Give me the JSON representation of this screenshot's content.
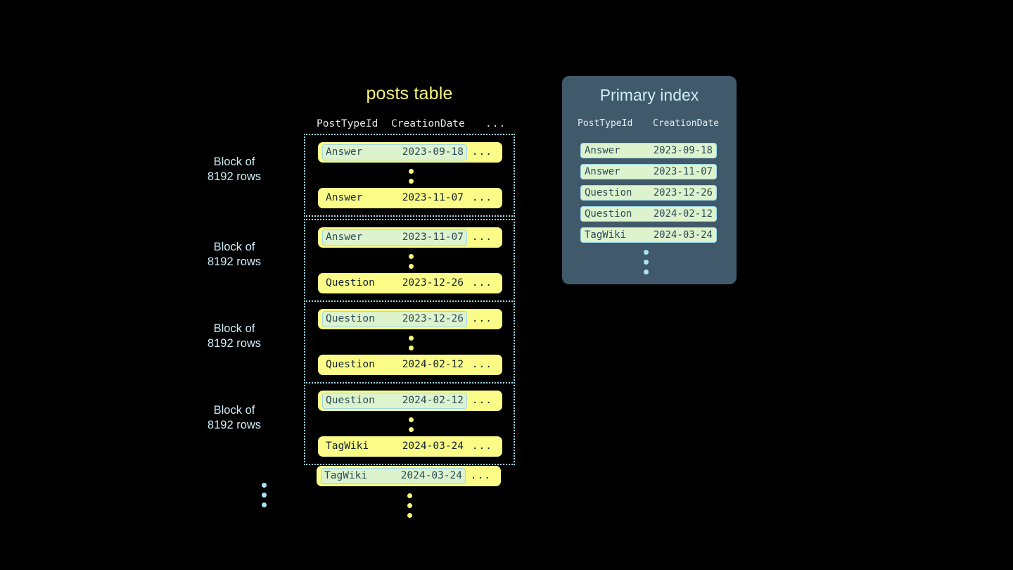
{
  "posts_table": {
    "title": "posts table",
    "columns": [
      "PostTypeId",
      "CreationDate",
      "..."
    ],
    "blocks": [
      {
        "label_line1": "Block of",
        "label_line2": "8192 rows",
        "first_row": {
          "type": "Answer",
          "date": "2023-09-18",
          "more": "...",
          "highlighted": true
        },
        "last_row": {
          "type": "Answer",
          "date": "2023-11-07",
          "more": "...",
          "highlighted": false
        }
      },
      {
        "label_line1": "Block of",
        "label_line2": "8192 rows",
        "first_row": {
          "type": "Answer",
          "date": "2023-11-07",
          "more": "...",
          "highlighted": true
        },
        "last_row": {
          "type": "Question",
          "date": "2023-12-26",
          "more": "...",
          "highlighted": false
        }
      },
      {
        "label_line1": "Block of",
        "label_line2": "8192 rows",
        "first_row": {
          "type": "Question",
          "date": "2023-12-26",
          "more": "...",
          "highlighted": true
        },
        "last_row": {
          "type": "Question",
          "date": "2024-02-12",
          "more": "...",
          "highlighted": false
        }
      },
      {
        "label_line1": "Block of",
        "label_line2": "8192 rows",
        "first_row": {
          "type": "Question",
          "date": "2024-02-12",
          "more": "...",
          "highlighted": true
        },
        "last_row": {
          "type": "TagWiki",
          "date": "2024-03-24",
          "more": "...",
          "highlighted": false
        }
      }
    ],
    "trailing_row": {
      "type": "TagWiki",
      "date": "2024-03-24",
      "more": "...",
      "highlighted": true
    }
  },
  "primary_index": {
    "title": "Primary index",
    "columns": [
      "PostTypeId",
      "CreationDate"
    ],
    "rows": [
      {
        "type": "Answer",
        "date": "2023-09-18"
      },
      {
        "type": "Answer",
        "date": "2023-11-07"
      },
      {
        "type": "Question",
        "date": "2023-12-26"
      },
      {
        "type": "Question",
        "date": "2024-02-12"
      },
      {
        "type": "TagWiki",
        "date": "2024-03-24"
      }
    ]
  },
  "colors": {
    "background": "#000000",
    "row_yellow": "#fbfb87",
    "highlight_green": "#ddf3cd",
    "accent_blue": "#9fd8e8",
    "panel_slate": "#415a6b",
    "title_yellow": "#f5f57a",
    "label_blue": "#cdeef7"
  }
}
